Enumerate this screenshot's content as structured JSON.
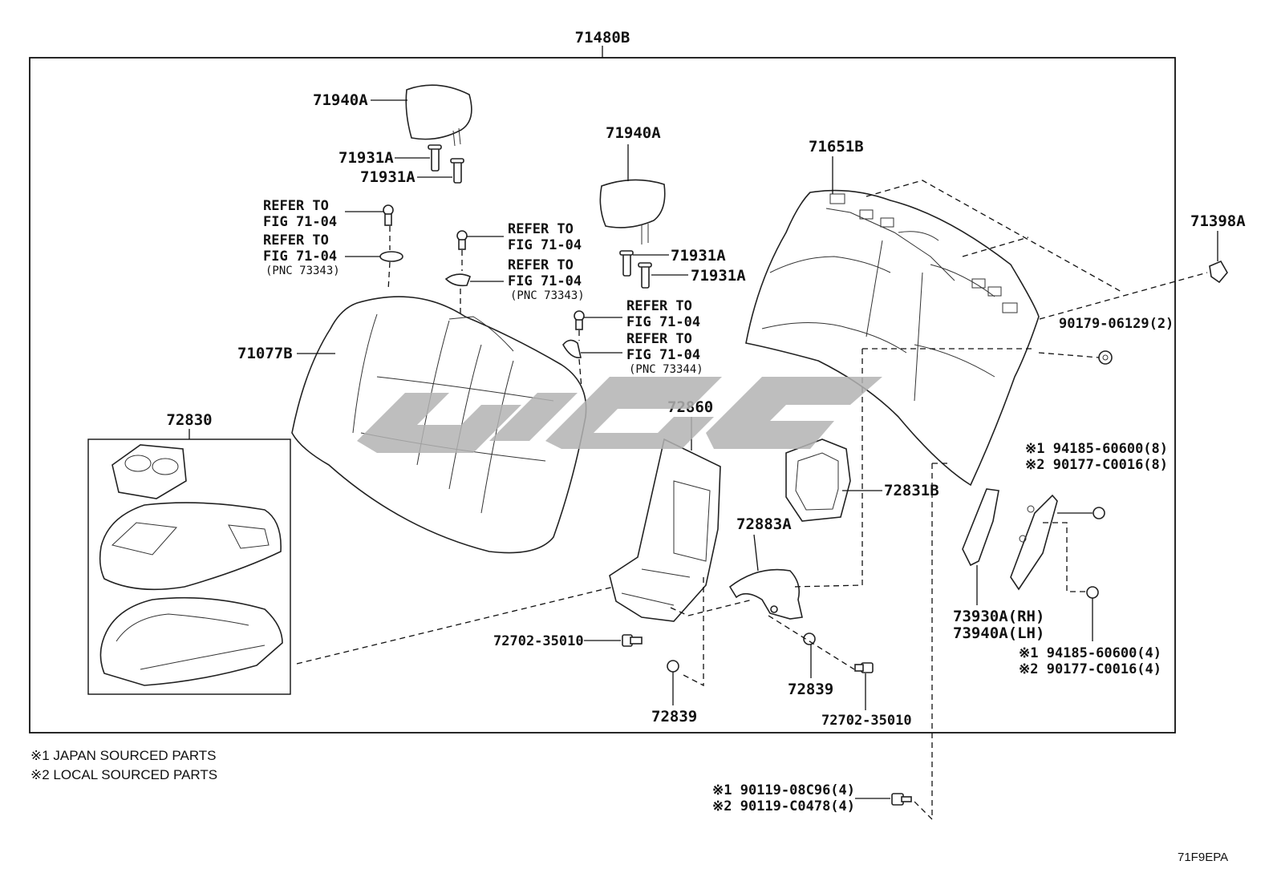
{
  "diagram": {
    "assembly_label": "71480B",
    "parts": {
      "headrest_left": "71940A",
      "headrest_right": "71940A",
      "headrest_support_1": "71931A",
      "headrest_support_2": "71931A",
      "headrest_support_3": "71931A",
      "headrest_support_4": "71931A",
      "seatback_cover": "71077B",
      "seatback_frame": "71651B",
      "lock_striker": "71398A",
      "armrest_assy": "72830",
      "armrest_hinge": "72860",
      "armrest_bracket": "72883A",
      "armrest_frame": "72831B",
      "bolt_left": "72702-35010",
      "bolt_right": "72702-35010",
      "nut_left": "72839",
      "nut_right": "72839",
      "lock_rh": "73930A(RH)",
      "lock_lh": "73940A(LH)",
      "nut_90179": "90179-06129(2)"
    },
    "refer_to": {
      "ref_1_a": "REFER TO",
      "ref_1_b": "FIG 71-04",
      "ref_2_a": "REFER TO",
      "ref_2_b": "FIG 71-04",
      "ref_2_c": "(PNC 73343)",
      "ref_3_a": "REFER TO",
      "ref_3_b": "FIG 71-04",
      "ref_4_a": "REFER TO",
      "ref_4_b": "FIG 71-04",
      "ref_4_c": "(PNC 73343)",
      "ref_5_a": "REFER TO",
      "ref_5_b": "FIG 71-04",
      "ref_6_a": "REFER TO",
      "ref_6_b": "FIG 71-04",
      "ref_6_c": "(PNC 73344)"
    },
    "sourced_parts": {
      "upper_1": "※1 94185-60600(8)",
      "upper_2": "※2 90177-C0016(8)",
      "lower_1": "※1 94185-60600(4)",
      "lower_2": "※2 90177-C0016(4)",
      "bottom_1": "※1 90119-08C96(4)",
      "bottom_2": "※2 90119-C0478(4)"
    },
    "footnotes": [
      "※1 JAPAN SOURCED PARTS",
      "※2 LOCAL SOURCED PARTS"
    ],
    "figure_code": "71F9EPA"
  }
}
